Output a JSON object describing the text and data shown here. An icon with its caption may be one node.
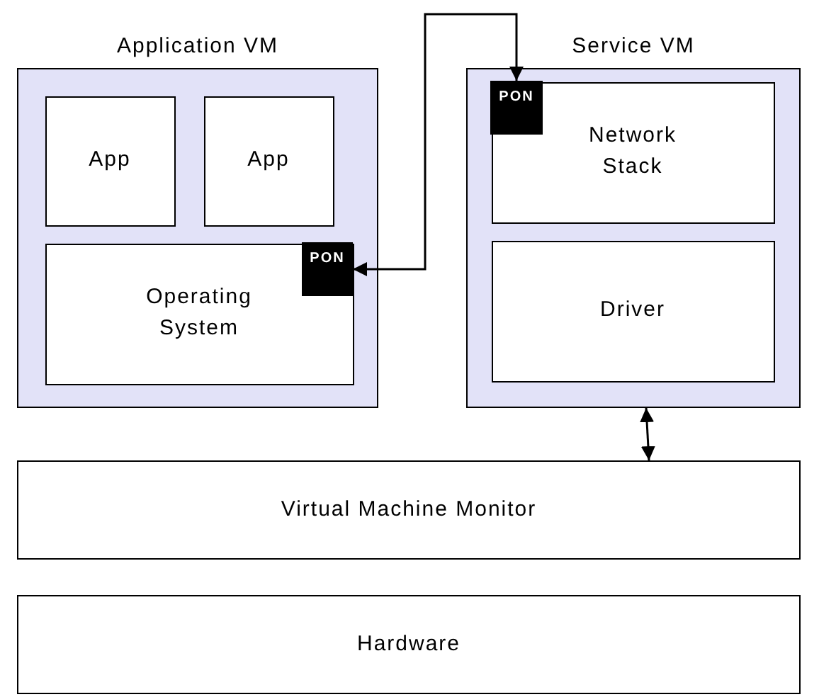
{
  "diagram": {
    "nodes": [
      {
        "text": [
          "Application VM"
        ]
      },
      {
        "text": [
          "App"
        ],
        "in": 0
      },
      {
        "text": [
          "App"
        ],
        "in": 0
      },
      {
        "text": [
          "Operating System"
        ],
        "in": 0
      },
      {
        "text": [
          "PON"
        ],
        "in": 3
      },
      {
        "text": [
          "Service VM"
        ]
      },
      {
        "text": [
          "Network Stack"
        ],
        "in": 5
      },
      {
        "text": [
          "PON"
        ],
        "in": 6
      },
      {
        "text": [
          "Driver"
        ],
        "in": 5
      },
      {
        "text": [
          "Virtual Machine Monitor"
        ]
      },
      {
        "text": [
          "Hardware"
        ]
      }
    ],
    "edges": [
      {
        "from": 4,
        "to": 7,
        "arrow": "both"
      },
      {
        "from": 5,
        "to": 9,
        "arrow": "both"
      }
    ]
  }
}
